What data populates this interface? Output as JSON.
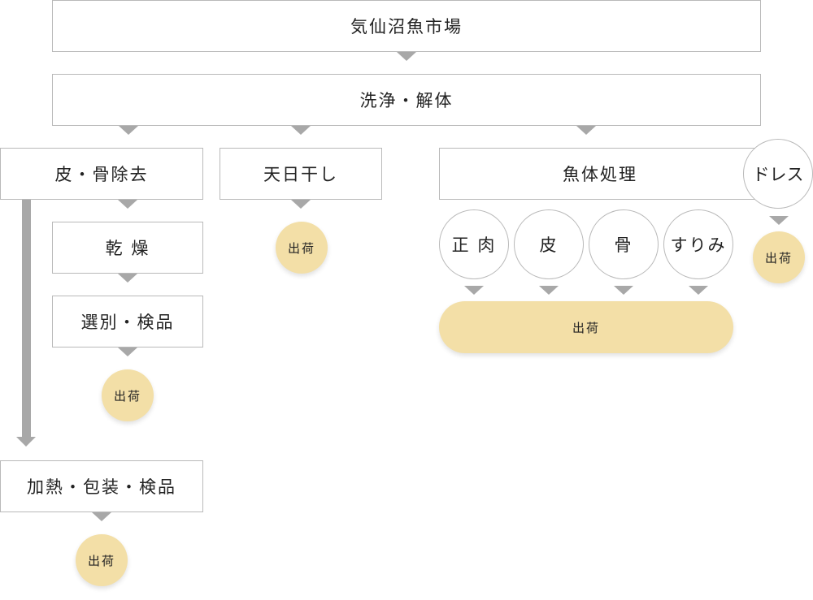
{
  "nodes": {
    "market": "気仙沼魚市場",
    "washing": "洗浄・解体",
    "skin_bone_removal": "皮・骨除去",
    "sun_drying": "天日干し",
    "fish_processing": "魚体処理",
    "dress": "ドレス",
    "drying": "乾 燥",
    "sorting": "選別・検品",
    "heating": "加熱・包装・検品",
    "meat": "正 肉",
    "skin": "皮",
    "bone": "骨",
    "surimi": "すりみ"
  },
  "shipping_label": "出荷",
  "colors": {
    "shipping_fill": "#f3dfa7",
    "arrow": "#a8a8a8",
    "border": "#b9b9b9"
  }
}
